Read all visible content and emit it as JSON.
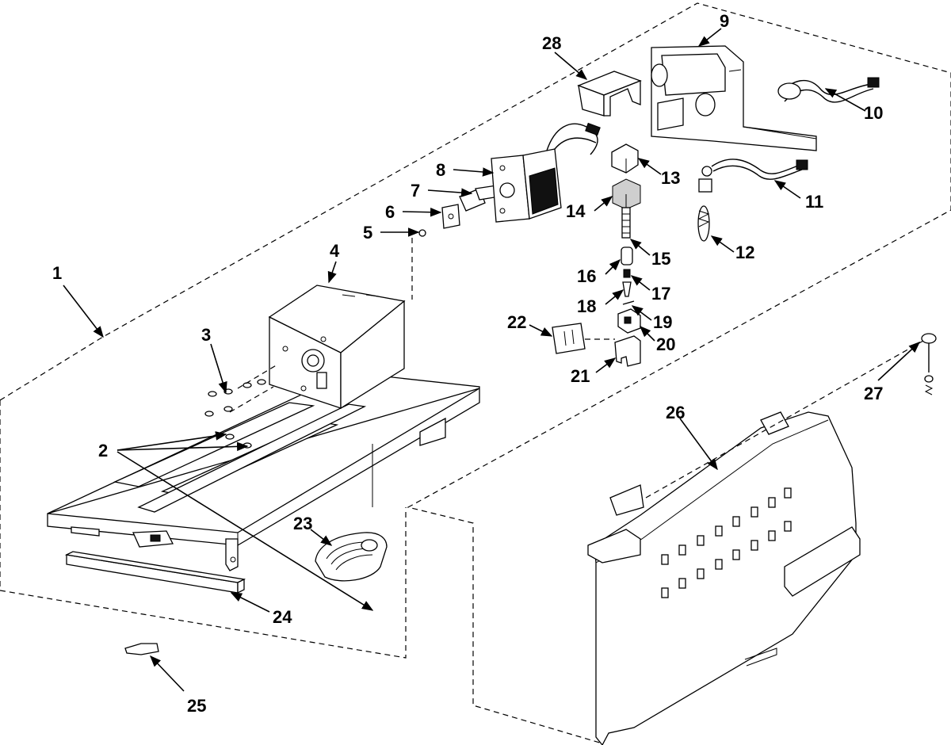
{
  "callouts": [
    {
      "id": "1",
      "label": "1"
    },
    {
      "id": "2",
      "label": "2"
    },
    {
      "id": "3",
      "label": "3"
    },
    {
      "id": "4",
      "label": "4"
    },
    {
      "id": "5",
      "label": "5"
    },
    {
      "id": "6",
      "label": "6"
    },
    {
      "id": "7",
      "label": "7"
    },
    {
      "id": "8",
      "label": "8"
    },
    {
      "id": "9",
      "label": "9"
    },
    {
      "id": "10",
      "label": "10"
    },
    {
      "id": "11",
      "label": "11"
    },
    {
      "id": "12",
      "label": "12"
    },
    {
      "id": "13",
      "label": "13"
    },
    {
      "id": "14",
      "label": "14"
    },
    {
      "id": "15",
      "label": "15"
    },
    {
      "id": "16",
      "label": "16"
    },
    {
      "id": "17",
      "label": "17"
    },
    {
      "id": "18",
      "label": "18"
    },
    {
      "id": "19",
      "label": "19"
    },
    {
      "id": "20",
      "label": "20"
    },
    {
      "id": "21",
      "label": "21"
    },
    {
      "id": "22",
      "label": "22"
    },
    {
      "id": "23",
      "label": "23"
    },
    {
      "id": "24",
      "label": "24"
    },
    {
      "id": "25",
      "label": "25"
    },
    {
      "id": "26",
      "label": "26"
    },
    {
      "id": "27",
      "label": "27"
    },
    {
      "id": "28",
      "label": "28"
    }
  ]
}
